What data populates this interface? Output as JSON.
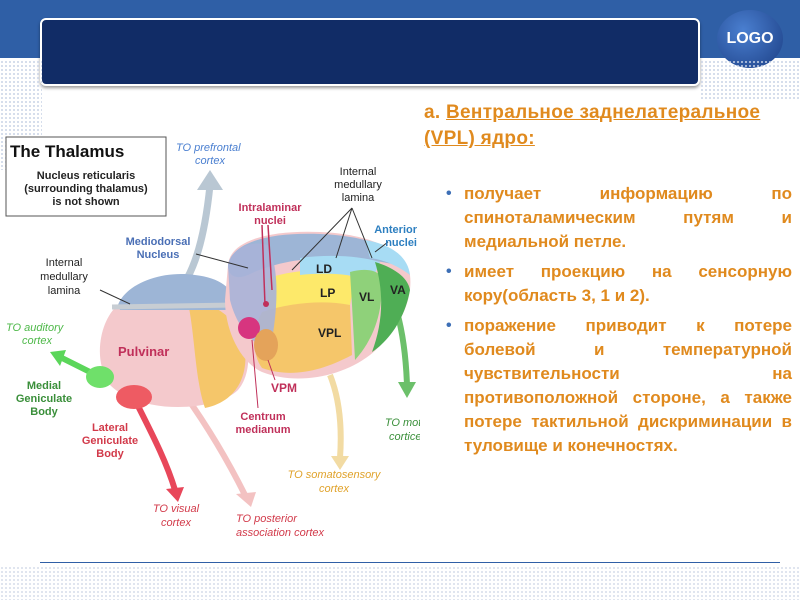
{
  "logo": "LOGO",
  "heading": {
    "prefix": "а. ",
    "text": "Вентральное заднелатеральное (VPL) ядро:"
  },
  "bullets": [
    "получает информацию по спиноталамическим путям и медиальной петле.",
    "имеет проекцию на сенсорную кору(область 3, 1 и 2).",
    "поражение приводит к потере болевой и температурной чувствительности на противоположной стороне, а также потере тактильной дискриминации в туловище и конечностях."
  ],
  "diagram": {
    "box_title": "The Thalamus",
    "box_note_1": "Nucleus reticularis",
    "box_note_2": "(surrounding thalamus)",
    "box_note_3": "is not shown",
    "to_prefrontal_1": "TO prefrontal",
    "to_prefrontal_2": "cortex",
    "internal_lamina_top_1": "Internal",
    "internal_lamina_top_2": "medullary",
    "internal_lamina_top_3": "lamina",
    "intralaminar_1": "Intralaminar",
    "intralaminar_2": "nuclei",
    "mediodorsal_1": "Mediodorsal",
    "mediodorsal_2": "Nucleus",
    "anterior_1": "Anterior",
    "anterior_2": "nuclei",
    "internal_lamina_left_1": "Internal",
    "internal_lamina_left_2": "medullary",
    "internal_lamina_left_3": "lamina",
    "ld": "LD",
    "lp": "LP",
    "vl": "VL",
    "va": "VA",
    "vpl": "VPL",
    "vpm": "VPM",
    "pulvinar": "Pulvinar",
    "to_auditory_1": "TO auditory",
    "to_auditory_2": "cortex",
    "medial_gen_1": "Medial",
    "medial_gen_2": "Geniculate",
    "medial_gen_3": "Body",
    "lateral_gen_1": "Lateral",
    "lateral_gen_2": "Geniculate",
    "lateral_gen_3": "Body",
    "centrum_1": "Centrum",
    "centrum_2": "medianum",
    "to_motor_1": "TO motor",
    "to_motor_2": "cortices",
    "to_somato_1": "TO somatosensory",
    "to_somato_2": "cortex",
    "to_visual_1": "TO visual",
    "to_visual_2": "cortex",
    "to_posterior_1": "TO posterior",
    "to_posterior_2": "association cortex"
  }
}
